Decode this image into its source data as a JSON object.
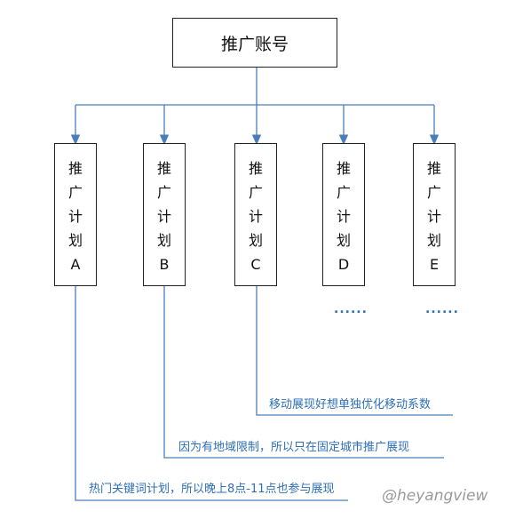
{
  "root": {
    "label": "推广账号"
  },
  "plans": [
    {
      "id": "A",
      "chars": [
        "推",
        "广",
        "计",
        "划",
        "A"
      ]
    },
    {
      "id": "B",
      "chars": [
        "推",
        "广",
        "计",
        "划",
        "B"
      ]
    },
    {
      "id": "C",
      "chars": [
        "推",
        "广",
        "计",
        "划",
        "C"
      ]
    },
    {
      "id": "D",
      "chars": [
        "推",
        "广",
        "计",
        "划",
        "D"
      ]
    },
    {
      "id": "E",
      "chars": [
        "推",
        "广",
        "计",
        "划",
        "E"
      ]
    }
  ],
  "ellipsis": [
    "......",
    "......"
  ],
  "notes": {
    "c": "移动展现好想单独优化移动系数",
    "b": "因为有地域限制，所以只在固定城市推广展现",
    "a": "热门关键词计划，所以晚上8点-11点也参与展现"
  },
  "watermark": "@heyangview",
  "colors": {
    "connector": "#4a7ebb",
    "note_text": "#2f6fb7",
    "box_border": "#222222"
  }
}
